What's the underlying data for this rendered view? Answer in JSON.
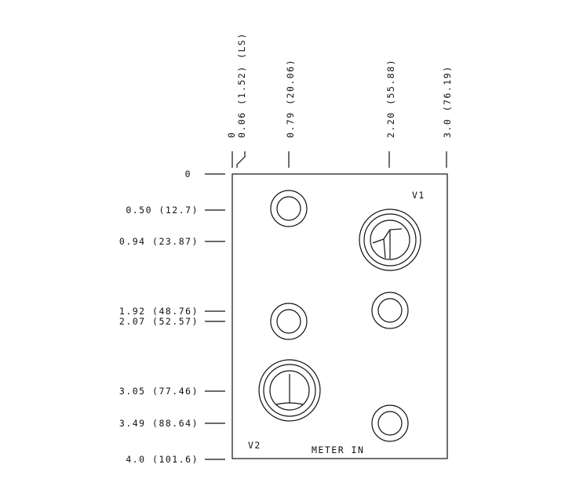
{
  "top_dimensions": [
    {
      "label": "0"
    },
    {
      "label": "0.06 (1.52) (LS)"
    },
    {
      "label": "0.79 (20.06)"
    },
    {
      "label": "2.20 (55.88)"
    },
    {
      "label": "3.0 (76.19)"
    }
  ],
  "left_dimensions": [
    {
      "label": "0"
    },
    {
      "label": "0.50 (12.7)"
    },
    {
      "label": "0.94 (23.87)"
    },
    {
      "label": "1.92 (48.76)"
    },
    {
      "label": "2.07 (52.57)"
    },
    {
      "label": "3.05 (77.46)"
    },
    {
      "label": "3.49 (88.64)"
    },
    {
      "label": "4.0 (101.6)"
    }
  ],
  "labels": {
    "v1": "V1",
    "v2": "V2",
    "meter_in": "METER IN"
  }
}
